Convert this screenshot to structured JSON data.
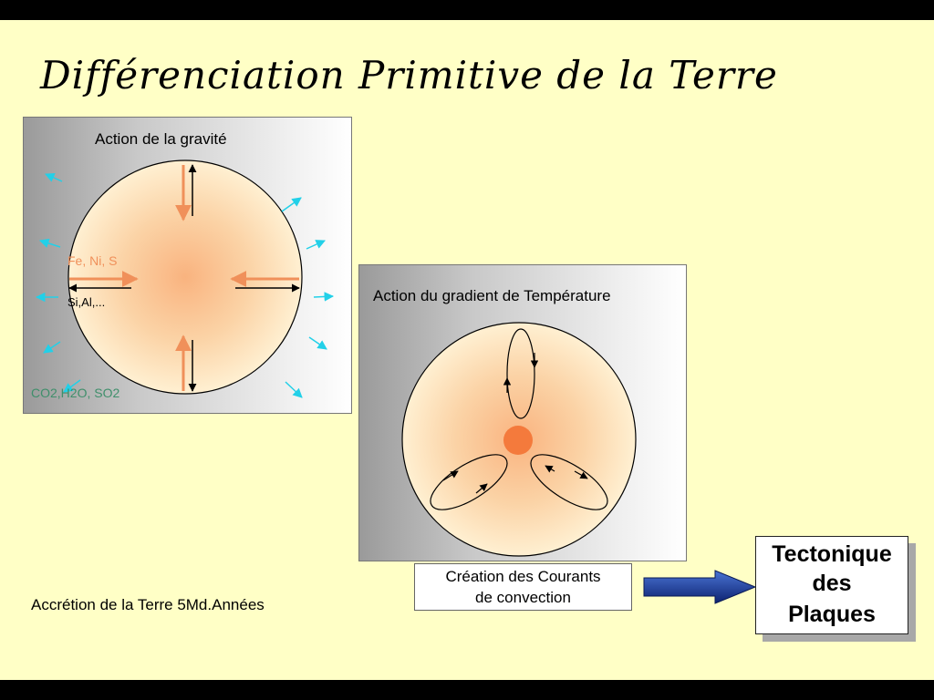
{
  "slide": {
    "title": "Différenciation Primitive de la Terre",
    "footer_text": "Accrétion de la Terre 5Md.Années"
  },
  "gravity_panel": {
    "heading": "Action de la gravité",
    "heavy_elements": "Fe, Ni, S",
    "light_elements": "Si,Al,...",
    "gases": "CO2,H2O, SO2"
  },
  "temperature_panel": {
    "heading": "Action du gradient de Température"
  },
  "convection_box": {
    "line1": "Création des Courants",
    "line2": "de convection"
  },
  "plates_box": {
    "line1": "Tectonique",
    "line2": "des",
    "line3": "Plaques"
  },
  "colors": {
    "background": "#ffffc6",
    "sinking_arrow": "#f0905a",
    "gas_arrow": "#22d0e8",
    "core": "#f47a3c",
    "flow_arrow": "#1f3c9c"
  },
  "icons": {
    "gas_escape": "cyan-arrow-icon",
    "flow": "blue-block-arrow-icon"
  }
}
